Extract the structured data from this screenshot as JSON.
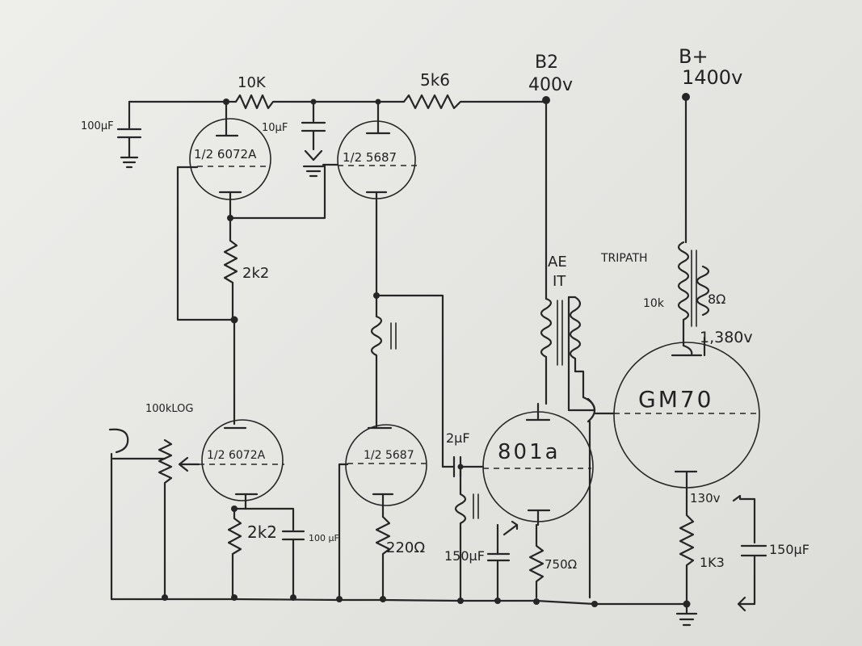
{
  "supply": {
    "b2_label": "B2",
    "b2_voltage": "400v",
    "bplus_label": "B+",
    "bplus_voltage": "1400v"
  },
  "resistors": {
    "r_10k": "10K",
    "r_5k6": "5k6",
    "r_2k2_top": "2k2",
    "r_2k2_bottom": "2k2",
    "r_220": "220Ω",
    "r_750": "750Ω",
    "r_1k3": "1K3",
    "pot": "100kLOG"
  },
  "capacitors": {
    "c_100uf_left": "100μF",
    "c_10uf": "10μF",
    "c_100uf_cathode": "100 μF",
    "c_2uf": "2μF",
    "c_150uf_mid": "150μF",
    "c_150uf_right": "150μF"
  },
  "tubes": {
    "v1": "1/2 6072A",
    "v2": "1/2 5687",
    "v3": "1/2 6072A",
    "v4": "1/2 5687",
    "v5": "801a",
    "v6": "GM70"
  },
  "transformers": {
    "interstage_line1": "AE",
    "interstage_line2": "IT",
    "output": "TRIPATH",
    "output_primary": "10k",
    "output_secondary": "8Ω"
  },
  "voltages": {
    "gm70_anode": "1,380v",
    "gm70_cathode": "130v"
  }
}
